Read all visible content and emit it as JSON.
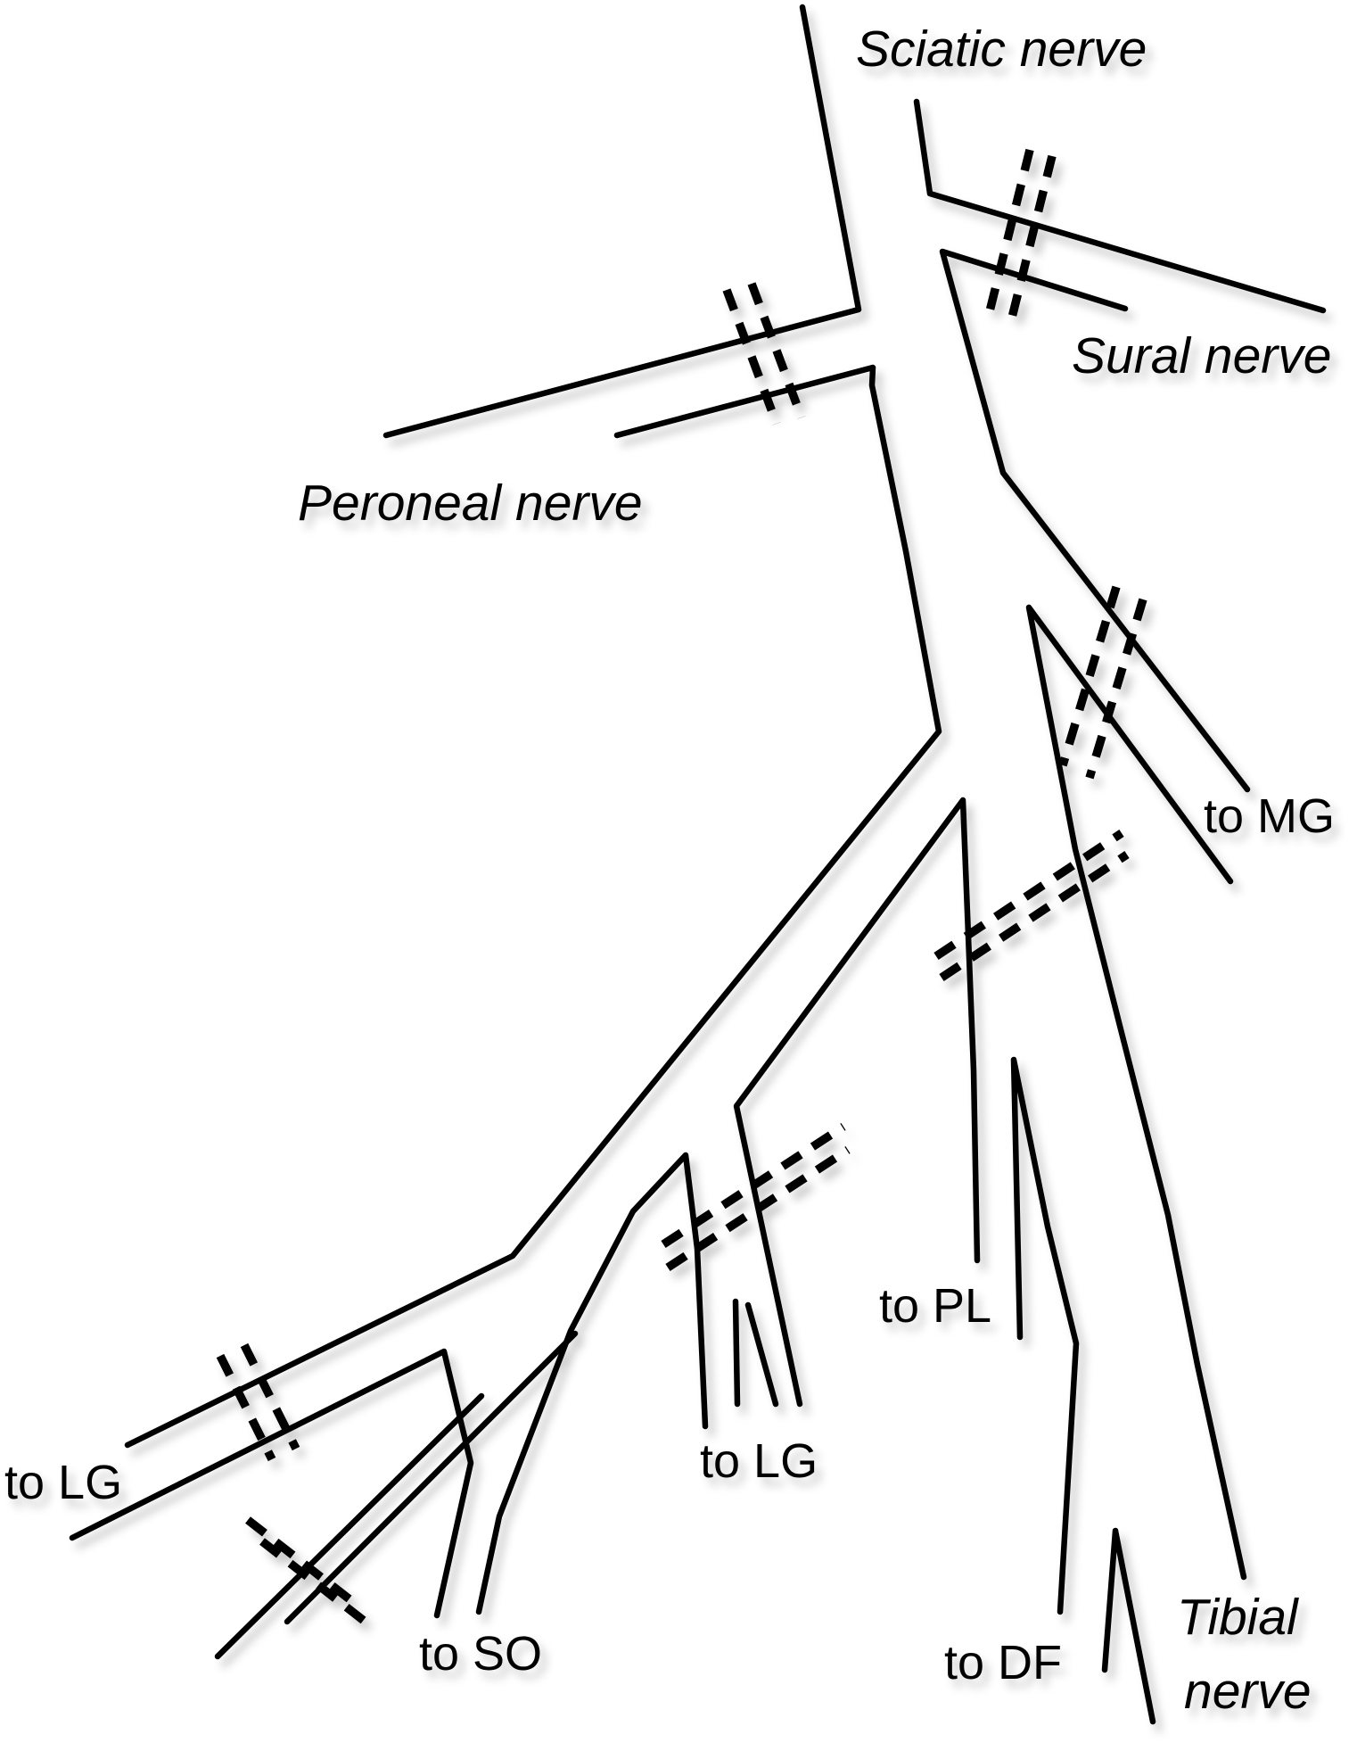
{
  "figure": {
    "background_color": "#ffffff",
    "line_color": "#060606",
    "labels": {
      "sciatic": "Sciatic nerve",
      "sural": "Sural nerve",
      "peroneal": "Peroneal nerve",
      "tibial_line1": "Tibial",
      "tibial_line2": "nerve",
      "to_mg": "to MG",
      "to_pl": "to PL",
      "to_lg_mid": "to LG",
      "to_lg_left": "to LG",
      "to_so": "to SO",
      "to_df": "to DF"
    }
  }
}
